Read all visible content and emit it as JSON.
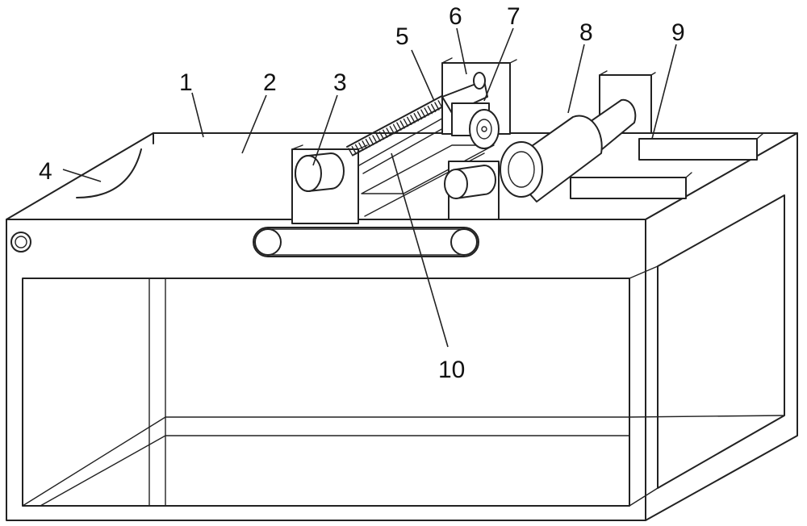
{
  "labels": [
    {
      "id": "part-1",
      "text": "1"
    },
    {
      "id": "part-2",
      "text": "2"
    },
    {
      "id": "part-3",
      "text": "3"
    },
    {
      "id": "part-4",
      "text": "4"
    },
    {
      "id": "part-5",
      "text": "5"
    },
    {
      "id": "part-6",
      "text": "6"
    },
    {
      "id": "part-7",
      "text": "7"
    },
    {
      "id": "part-8",
      "text": "8"
    },
    {
      "id": "part-9",
      "text": "9"
    },
    {
      "id": "part-10",
      "text": "10"
    }
  ]
}
